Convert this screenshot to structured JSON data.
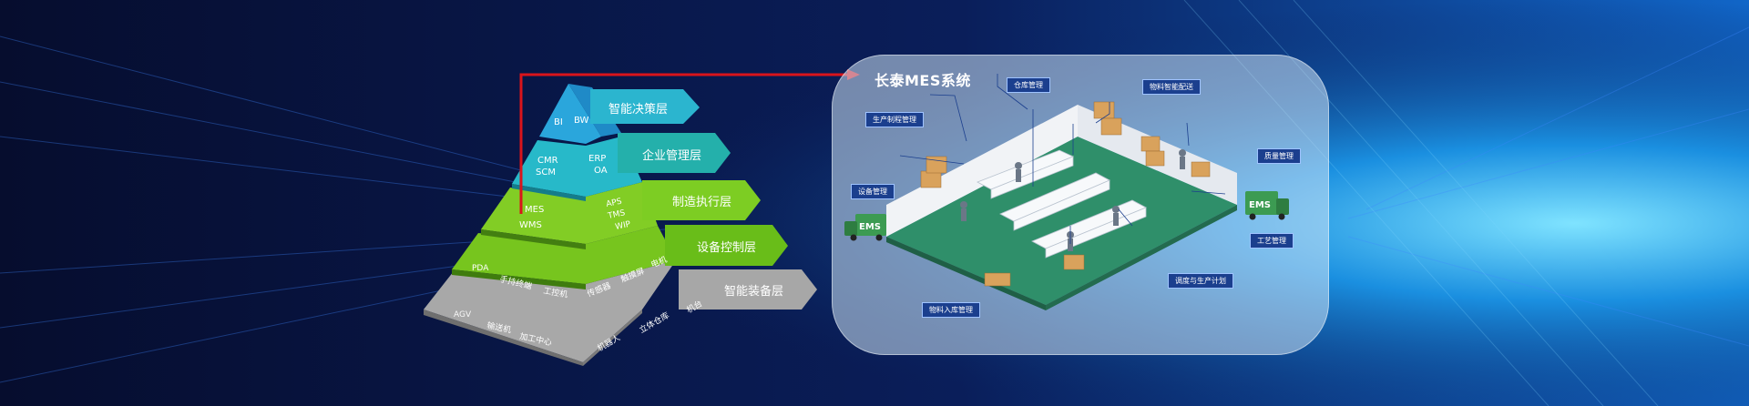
{
  "pyramid": {
    "layers": [
      {
        "name": "智能决策层",
        "items": [
          "BI",
          "BW"
        ]
      },
      {
        "name": "企业管理层",
        "items": [
          "CMR",
          "SCM",
          "ERP",
          "OA"
        ]
      },
      {
        "name": "制造执行层",
        "items": [
          "MES",
          "WMS",
          "APS",
          "TMS",
          "WIP"
        ]
      },
      {
        "name": "设备控制层",
        "items": [
          "PDA",
          "手持终端",
          "工控机",
          "传感器",
          "触摸屏",
          "电机"
        ]
      },
      {
        "name": "智能装备层",
        "items": [
          "AGV",
          "输送机",
          "加工中心",
          "机器人",
          "立体仓库",
          "机台"
        ]
      }
    ]
  },
  "mes_panel": {
    "title": "长泰MES系统",
    "tags": [
      "仓库管理",
      "物料智能配送",
      "生产制程管理",
      "质量管理",
      "设备管理",
      "工艺管理",
      "调度与生产计划",
      "物料入库管理"
    ],
    "truck_label": "EMS"
  },
  "colors": {
    "background": "#07123a",
    "layer_top": "#27b9c9",
    "layer_green": "#6cc51f",
    "layer_gray": "#9a9a9a",
    "arrow": "#d9141b",
    "tag_bg": "#1b3f8e"
  }
}
